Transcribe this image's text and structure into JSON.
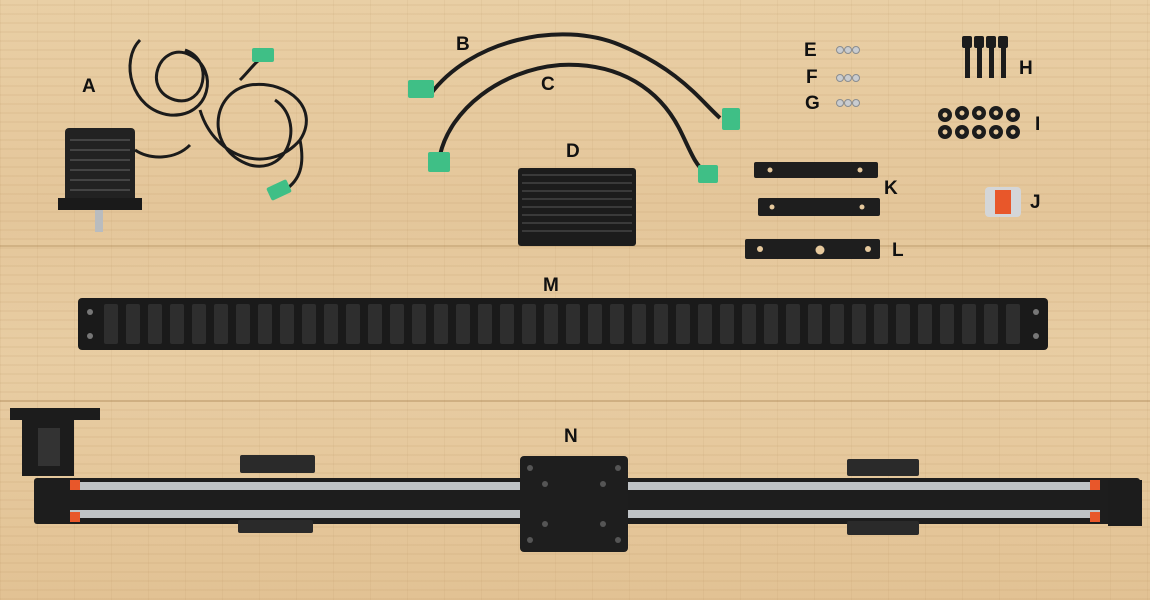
{
  "labels": {
    "A": "A",
    "B": "B",
    "C": "C",
    "D": "D",
    "E": "E",
    "F": "F",
    "G": "G",
    "H": "H",
    "I": "I",
    "J": "J",
    "K": "K",
    "L": "L",
    "M": "M",
    "N": "N"
  },
  "colors": {
    "wood": "#e6c99d",
    "part_black": "#1e1e1e",
    "connector_green": "#3fbf86",
    "coupler_orange": "#e8572a",
    "rail_silver": "#bfc3c6"
  },
  "icons": [
    "stepper-motor",
    "cable",
    "heatsink-driver",
    "screw",
    "bolt",
    "washer",
    "coupler",
    "plate",
    "drag-chain",
    "linear-rail"
  ]
}
